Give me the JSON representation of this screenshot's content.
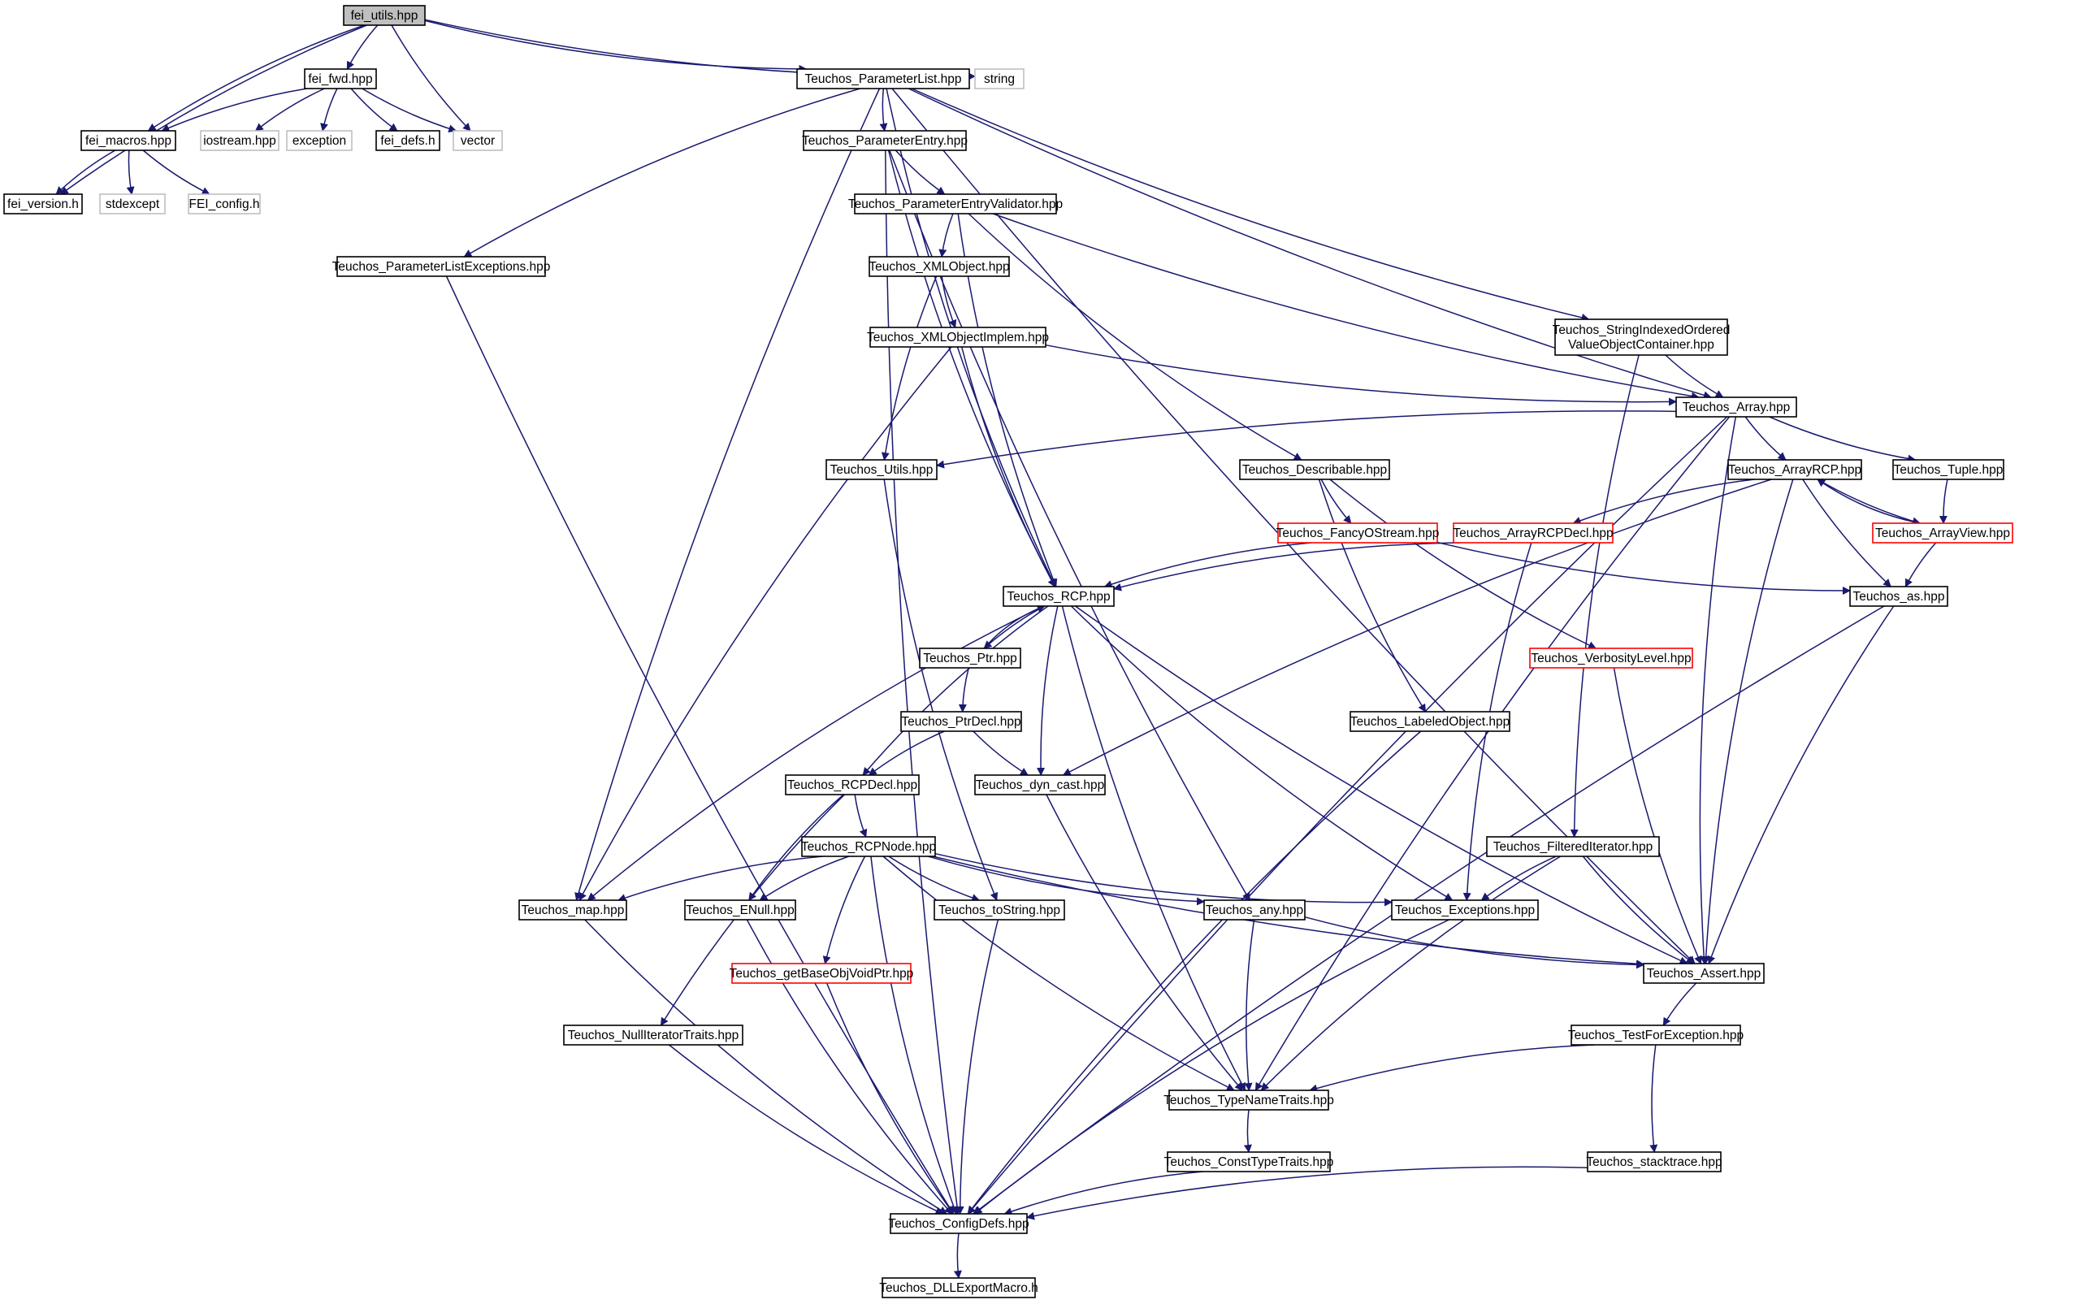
{
  "colors": {
    "edge": "#191970",
    "root_fill": "#bfbfbf",
    "documented_border": "#000000",
    "truncated_border": "#ff0000",
    "external_border": "#bfbfbf",
    "background": "#ffffff"
  },
  "nodes": [
    {
      "id": "fei_utils",
      "label": "fei_utils.hpp",
      "kind": "root"
    },
    {
      "id": "fei_fwd",
      "label": "fei_fwd.hpp",
      "kind": "documented"
    },
    {
      "id": "fei_macros",
      "label": "fei_macros.hpp",
      "kind": "documented"
    },
    {
      "id": "iostream",
      "label": "iostream.hpp",
      "kind": "external"
    },
    {
      "id": "exception",
      "label": "exception",
      "kind": "external"
    },
    {
      "id": "fei_defs",
      "label": "fei_defs.h",
      "kind": "documented"
    },
    {
      "id": "vector",
      "label": "vector",
      "kind": "external"
    },
    {
      "id": "fei_version",
      "label": "fei_version.h",
      "kind": "documented"
    },
    {
      "id": "stdexcept",
      "label": "stdexcept",
      "kind": "external"
    },
    {
      "id": "FEI_config",
      "label": "FEI_config.h",
      "kind": "external"
    },
    {
      "id": "ParameterList",
      "label": "Teuchos_ParameterList.hpp",
      "kind": "documented"
    },
    {
      "id": "string",
      "label": "string",
      "kind": "external"
    },
    {
      "id": "ParameterEntry",
      "label": "Teuchos_ParameterEntry.hpp",
      "kind": "documented"
    },
    {
      "id": "ParameterListExceptions",
      "label": "Teuchos_ParameterListExceptions.hpp",
      "kind": "documented"
    },
    {
      "id": "ParameterEntryValidator",
      "label": "Teuchos_ParameterEntryValidator.hpp",
      "kind": "documented"
    },
    {
      "id": "XMLObject",
      "label": "Teuchos_XMLObject.hpp",
      "kind": "documented"
    },
    {
      "id": "XMLObjectImplem",
      "label": "Teuchos_XMLObjectImplem.hpp",
      "kind": "documented"
    },
    {
      "id": "StringIndexed",
      "label": "Teuchos_StringIndexedOrdered ValueObjectContainer.hpp",
      "lines": [
        "Teuchos_StringIndexedOrdered",
        "ValueObjectContainer.hpp"
      ],
      "kind": "documented"
    },
    {
      "id": "Array",
      "label": "Teuchos_Array.hpp",
      "kind": "documented"
    },
    {
      "id": "Utils",
      "label": "Teuchos_Utils.hpp",
      "kind": "documented"
    },
    {
      "id": "Describable",
      "label": "Teuchos_Describable.hpp",
      "kind": "documented"
    },
    {
      "id": "ArrayRCP",
      "label": "Teuchos_ArrayRCP.hpp",
      "kind": "documented"
    },
    {
      "id": "Tuple",
      "label": "Teuchos_Tuple.hpp",
      "kind": "documented"
    },
    {
      "id": "FancyOStream",
      "label": "Teuchos_FancyOStream.hpp",
      "kind": "truncated"
    },
    {
      "id": "ArrayRCPDecl",
      "label": "Teuchos_ArrayRCPDecl.hpp",
      "kind": "truncated"
    },
    {
      "id": "ArrayView",
      "label": "Teuchos_ArrayView.hpp",
      "kind": "truncated"
    },
    {
      "id": "RCP",
      "label": "Teuchos_RCP.hpp",
      "kind": "documented"
    },
    {
      "id": "as",
      "label": "Teuchos_as.hpp",
      "kind": "documented"
    },
    {
      "id": "Ptr",
      "label": "Teuchos_Ptr.hpp",
      "kind": "documented"
    },
    {
      "id": "VerbosityLevel",
      "label": "Teuchos_VerbosityLevel.hpp",
      "kind": "truncated"
    },
    {
      "id": "PtrDecl",
      "label": "Teuchos_PtrDecl.hpp",
      "kind": "documented"
    },
    {
      "id": "LabeledObject",
      "label": "Teuchos_LabeledObject.hpp",
      "kind": "documented"
    },
    {
      "id": "RCPDecl",
      "label": "Teuchos_RCPDecl.hpp",
      "kind": "documented"
    },
    {
      "id": "dyn_cast",
      "label": "Teuchos_dyn_cast.hpp",
      "kind": "documented"
    },
    {
      "id": "RCPNode",
      "label": "Teuchos_RCPNode.hpp",
      "kind": "documented"
    },
    {
      "id": "FilteredIterator",
      "label": "Teuchos_FilteredIterator.hpp",
      "kind": "documented"
    },
    {
      "id": "map",
      "label": "Teuchos_map.hpp",
      "kind": "documented"
    },
    {
      "id": "ENull",
      "label": "Teuchos_ENull.hpp",
      "kind": "documented"
    },
    {
      "id": "toString",
      "label": "Teuchos_toString.hpp",
      "kind": "documented"
    },
    {
      "id": "any",
      "label": "Teuchos_any.hpp",
      "kind": "documented"
    },
    {
      "id": "Exceptions",
      "label": "Teuchos_Exceptions.hpp",
      "kind": "documented"
    },
    {
      "id": "getBaseObjVoidPtr",
      "label": "Teuchos_getBaseObjVoidPtr.hpp",
      "kind": "truncated"
    },
    {
      "id": "Assert",
      "label": "Teuchos_Assert.hpp",
      "kind": "documented"
    },
    {
      "id": "NullIteratorTraits",
      "label": "Teuchos_NullIteratorTraits.hpp",
      "kind": "documented"
    },
    {
      "id": "TestForException",
      "label": "Teuchos_TestForException.hpp",
      "kind": "documented"
    },
    {
      "id": "TypeNameTraits",
      "label": "Teuchos_TypeNameTraits.hpp",
      "kind": "documented"
    },
    {
      "id": "ConstTypeTraits",
      "label": "Teuchos_ConstTypeTraits.hpp",
      "kind": "documented"
    },
    {
      "id": "stacktrace",
      "label": "Teuchos_stacktrace.hpp",
      "kind": "documented"
    },
    {
      "id": "ConfigDefs",
      "label": "Teuchos_ConfigDefs.hpp",
      "kind": "documented"
    },
    {
      "id": "DLLExportMacro",
      "label": "Teuchos_DLLExportMacro.h",
      "kind": "documented"
    }
  ],
  "edges": [
    [
      "fei_utils",
      "fei_fwd"
    ],
    [
      "fei_utils",
      "fei_macros"
    ],
    [
      "fei_utils",
      "fei_version"
    ],
    [
      "fei_utils",
      "vector"
    ],
    [
      "fei_utils",
      "ParameterList"
    ],
    [
      "fei_utils",
      "string"
    ],
    [
      "fei_fwd",
      "fei_macros"
    ],
    [
      "fei_fwd",
      "iostream"
    ],
    [
      "fei_fwd",
      "exception"
    ],
    [
      "fei_fwd",
      "fei_defs"
    ],
    [
      "fei_fwd",
      "vector"
    ],
    [
      "fei_macros",
      "fei_version"
    ],
    [
      "fei_macros",
      "stdexcept"
    ],
    [
      "fei_macros",
      "FEI_config"
    ],
    [
      "ParameterList",
      "ParameterEntry"
    ],
    [
      "ParameterList",
      "ParameterListExceptions"
    ],
    [
      "ParameterList",
      "map"
    ],
    [
      "ParameterList",
      "RCP"
    ],
    [
      "ParameterList",
      "StringIndexed"
    ],
    [
      "ParameterList",
      "Array"
    ],
    [
      "ParameterList",
      "Assert"
    ],
    [
      "ParameterListExceptions",
      "ConfigDefs"
    ],
    [
      "ParameterEntry",
      "ParameterEntryValidator"
    ],
    [
      "ParameterEntry",
      "ConfigDefs"
    ],
    [
      "ParameterEntry",
      "RCP"
    ],
    [
      "ParameterEntry",
      "any"
    ],
    [
      "ParameterEntryValidator",
      "XMLObject"
    ],
    [
      "ParameterEntryValidator",
      "RCP"
    ],
    [
      "ParameterEntryValidator",
      "Describable"
    ],
    [
      "ParameterEntryValidator",
      "Array"
    ],
    [
      "XMLObject",
      "XMLObjectImplem"
    ],
    [
      "XMLObject",
      "Utils"
    ],
    [
      "XMLObjectImplem",
      "map"
    ],
    [
      "XMLObjectImplem",
      "RCP"
    ],
    [
      "XMLObjectImplem",
      "Array"
    ],
    [
      "StringIndexed",
      "Array"
    ],
    [
      "StringIndexed",
      "FilteredIterator"
    ],
    [
      "Array",
      "Utils"
    ],
    [
      "Array",
      "ArrayRCP"
    ],
    [
      "Array",
      "Tuple"
    ],
    [
      "Array",
      "Assert"
    ],
    [
      "Array",
      "TypeNameTraits"
    ],
    [
      "Array",
      "ConfigDefs"
    ],
    [
      "Utils",
      "toString"
    ],
    [
      "Describable",
      "FancyOStream"
    ],
    [
      "Describable",
      "LabeledObject"
    ],
    [
      "Describable",
      "VerbosityLevel"
    ],
    [
      "ArrayRCP",
      "ArrayRCPDecl"
    ],
    [
      "ArrayRCP",
      "ArrayView"
    ],
    [
      "ArrayRCP",
      "as"
    ],
    [
      "ArrayRCP",
      "dyn_cast"
    ],
    [
      "ArrayRCP",
      "Assert"
    ],
    [
      "Tuple",
      "ArrayView"
    ],
    [
      "ArrayView",
      "ArrayRCP"
    ],
    [
      "ArrayView",
      "as"
    ],
    [
      "FancyOStream",
      "RCP"
    ],
    [
      "FancyOStream",
      "as"
    ],
    [
      "ArrayRCPDecl",
      "RCP"
    ],
    [
      "ArrayRCPDecl",
      "Exceptions"
    ],
    [
      "RCP",
      "Ptr"
    ],
    [
      "RCP",
      "RCPDecl"
    ],
    [
      "RCP",
      "dyn_cast"
    ],
    [
      "RCP",
      "map"
    ],
    [
      "RCP",
      "TypeNameTraits"
    ],
    [
      "RCP",
      "Exceptions"
    ],
    [
      "RCP",
      "Assert"
    ],
    [
      "Ptr",
      "RCP"
    ],
    [
      "Ptr",
      "PtrDecl"
    ],
    [
      "PtrDecl",
      "RCPDecl"
    ],
    [
      "PtrDecl",
      "dyn_cast"
    ],
    [
      "as",
      "Assert"
    ],
    [
      "as",
      "ConfigDefs"
    ],
    [
      "VerbosityLevel",
      "Assert"
    ],
    [
      "LabeledObject",
      "ConfigDefs"
    ],
    [
      "RCPDecl",
      "RCPNode"
    ],
    [
      "RCPDecl",
      "ENull"
    ],
    [
      "RCPDecl",
      "NullIteratorTraits"
    ],
    [
      "dyn_cast",
      "TypeNameTraits"
    ],
    [
      "RCPNode",
      "map"
    ],
    [
      "RCPNode",
      "ENull"
    ],
    [
      "RCPNode",
      "toString"
    ],
    [
      "RCPNode",
      "any"
    ],
    [
      "RCPNode",
      "Exceptions"
    ],
    [
      "RCPNode",
      "getBaseObjVoidPtr"
    ],
    [
      "RCPNode",
      "TypeNameTraits"
    ],
    [
      "RCPNode",
      "ConfigDefs"
    ],
    [
      "RCPNode",
      "Assert"
    ],
    [
      "FilteredIterator",
      "Exceptions"
    ],
    [
      "FilteredIterator",
      "Assert"
    ],
    [
      "FilteredIterator",
      "TypeNameTraits"
    ],
    [
      "map",
      "ConfigDefs"
    ],
    [
      "ENull",
      "ConfigDefs"
    ],
    [
      "toString",
      "ConfigDefs"
    ],
    [
      "any",
      "TypeNameTraits"
    ],
    [
      "any",
      "Assert"
    ],
    [
      "Exceptions",
      "ConfigDefs"
    ],
    [
      "getBaseObjVoidPtr",
      "ConfigDefs"
    ],
    [
      "NullIteratorTraits",
      "ConfigDefs"
    ],
    [
      "Assert",
      "TestForException"
    ],
    [
      "TestForException",
      "TypeNameTraits"
    ],
    [
      "TestForException",
      "stacktrace"
    ],
    [
      "TypeNameTraits",
      "ConstTypeTraits"
    ],
    [
      "ConstTypeTraits",
      "ConfigDefs"
    ],
    [
      "stacktrace",
      "ConfigDefs"
    ],
    [
      "ConfigDefs",
      "DLLExportMacro"
    ]
  ]
}
